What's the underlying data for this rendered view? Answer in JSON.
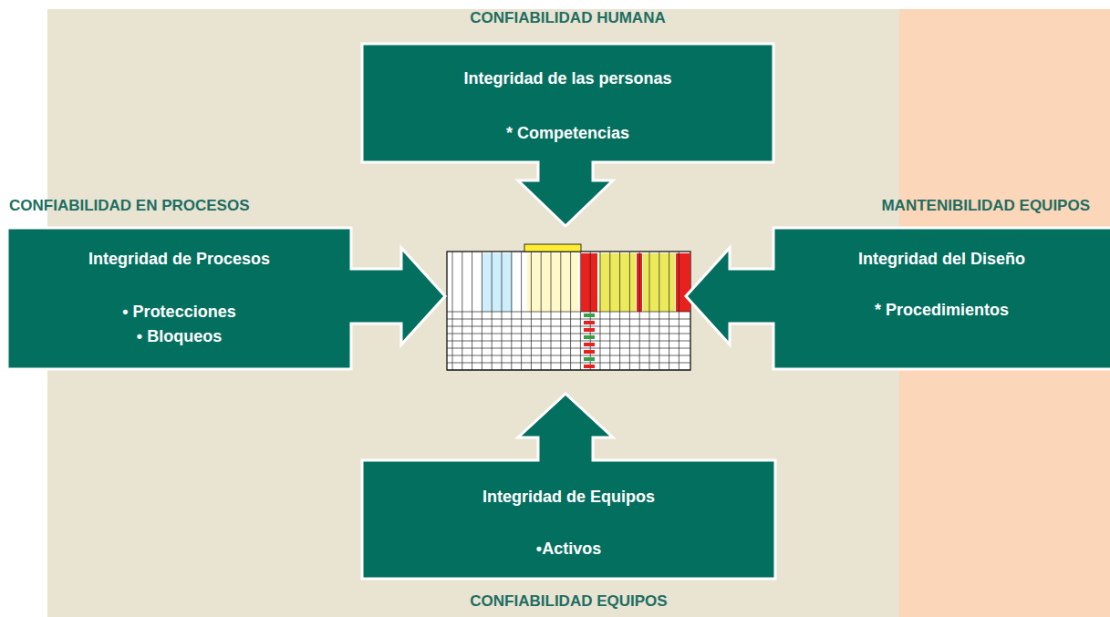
{
  "diagram": {
    "nodes": [
      {
        "text": [
          "CONFIABILIDAD HUMANA",
          "Integridad de las personas",
          "* Competencias"
        ]
      },
      {
        "text": [
          "CONFIABILIDAD EN PROCESOS",
          "Integridad de Procesos",
          "• Protecciones",
          "• Bloqueos"
        ]
      },
      {
        "text": [
          "MANTENIBILIDAD EQUIPOS",
          "Integridad del Diseño",
          "* Procedimientos"
        ]
      },
      {
        "text": [
          "Integridad de Equipos",
          "•Activos",
          "CONFIABILIDAD EQUIPOS"
        ]
      }
    ]
  }
}
